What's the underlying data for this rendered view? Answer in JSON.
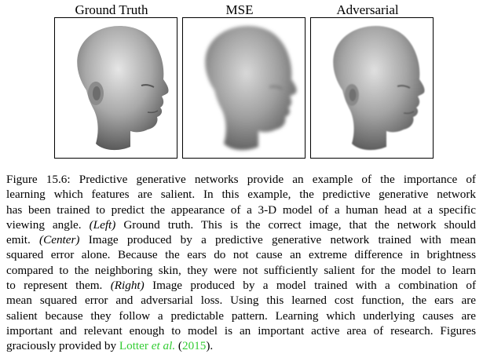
{
  "panels": [
    {
      "title": "Ground Truth"
    },
    {
      "title": "MSE"
    },
    {
      "title": "Adversarial"
    }
  ],
  "caption": {
    "label": "Figure 15.6:",
    "line1_rest": "Predictive generative networks provide an example of the importance of",
    "line2": "learning which features are salient. In this example, the predictive generative network",
    "line3": "has been trained to predict the appearance of a 3-D model of a human head at a specific",
    "line4_a": "viewing angle.",
    "line4_em": "(Left)",
    "line4_b": "Ground truth. This is the correct image, that the network should",
    "line5_a": "emit.",
    "line5_em": "(Center)",
    "line5_b": "Image produced by a predictive generative network trained with mean",
    "line6": "squared error alone. Because the ears do not cause an extreme difference in brightness",
    "line7": "compared to the neighboring skin, they were not sufficiently salient for the model to learn",
    "line8_a": "to represent them.",
    "line8_em": "(Right)",
    "line8_b": "Image produced by a model trained with a combination of",
    "line9": "mean squared error and adversarial loss. Using this learned cost function, the ears are",
    "line10": "salient because they follow a predictable pattern. Learning which underlying causes are",
    "line11": "important and relevant enough to model is an important active area of research. Figures",
    "line12_a": "graciously provided by",
    "cite_author": "Lotter",
    "cite_etal": "et al.",
    "cite_open": "(",
    "cite_year": "2015",
    "cite_close": ")."
  },
  "colors": {
    "citation": "#33cc33"
  }
}
